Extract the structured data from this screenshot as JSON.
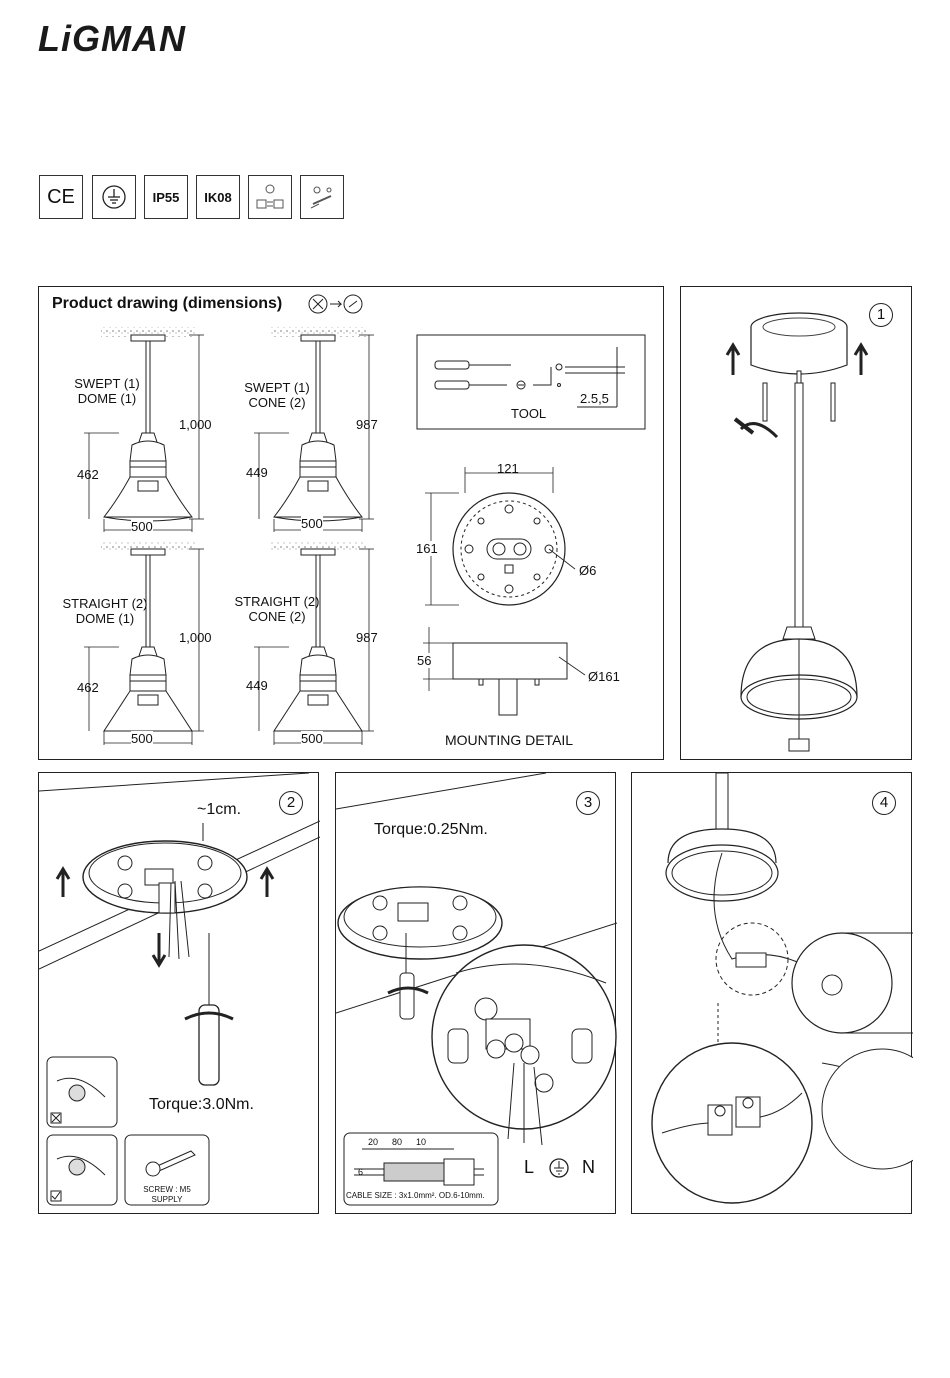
{
  "brand": {
    "logo": "LiGMAN"
  },
  "certifications": [
    {
      "label": "CE",
      "icon": "ce-mark-icon"
    },
    {
      "label": "",
      "icon": "earth-ground-icon"
    },
    {
      "label": "IP55",
      "icon": "ip-rating-icon"
    },
    {
      "label": "IK08",
      "icon": "ik-rating-icon"
    },
    {
      "label": "",
      "icon": "voltage-icon"
    },
    {
      "label": "",
      "icon": "installation-icon"
    }
  ],
  "product_drawing": {
    "title": "Product drawing (dimensions)",
    "variants": [
      {
        "name_line1": "SWEPT (1)",
        "name_line2": "DOME (1)",
        "height": "462",
        "total": "1,000",
        "width": "500"
      },
      {
        "name_line1": "SWEPT (1)",
        "name_line2": "CONE (2)",
        "height": "449",
        "total": "987",
        "width": "500"
      },
      {
        "name_line1": "STRAIGHT (2)",
        "name_line2": "DOME (1)",
        "height": "462",
        "total": "1,000",
        "width": "500"
      },
      {
        "name_line1": "STRAIGHT (2)",
        "name_line2": "CONE (2)",
        "height": "449",
        "total": "987",
        "width": "500"
      }
    ],
    "tool": {
      "label": "TOOL",
      "size": "2.5,5"
    },
    "mounting": {
      "label": "MOUNTING DETAIL",
      "width_top": "121",
      "height_side": "161",
      "hole": "Ø6",
      "depth": "56",
      "diameter": "Ø161"
    }
  },
  "steps": [
    {
      "number": "1"
    },
    {
      "number": "2",
      "strip": "~1cm.",
      "torque": "Torque:3.0Nm.",
      "screw_line1": "SCREW : M5",
      "screw_line2": "SUPPLY"
    },
    {
      "number": "3",
      "torque": "Torque:0.25Nm.",
      "strip_20": "20",
      "strip_80": "80",
      "strip_10": "10",
      "strip_6": "6",
      "cable": "CABLE SIZE : 3x1.0mm². OD.6-10mm.",
      "term_l": "L",
      "term_n": "N"
    },
    {
      "number": "4"
    }
  ]
}
